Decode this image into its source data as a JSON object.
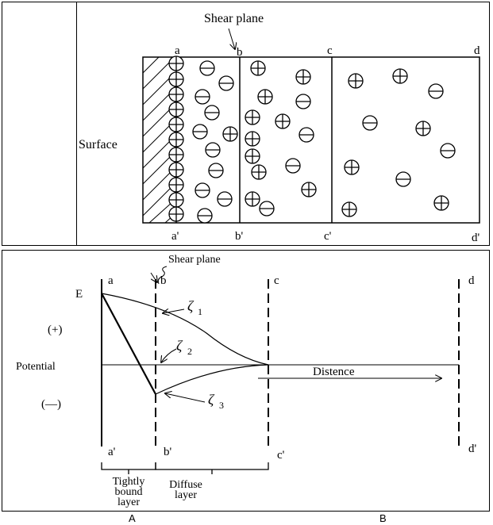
{
  "top": {
    "shear_plane": "Shear plane",
    "surface": "Surface",
    "labels_top": [
      "a",
      "b",
      "c",
      "d"
    ],
    "labels_bottom": [
      "a'",
      "b'",
      "c'",
      "d'"
    ]
  },
  "bottom": {
    "shear_plane": "Shear plane",
    "labels_top": [
      "a",
      "b",
      "c",
      "d"
    ],
    "labels_bottom": [
      "a'",
      "b'",
      "c'",
      "d'"
    ],
    "E": "E",
    "plus": "(+)",
    "minus": "(—)",
    "potential": "Potential",
    "distance": "Distence",
    "zeta1": "ζ",
    "zeta1_sub": "1",
    "zeta2": "ζ",
    "zeta2_sub": "2",
    "zeta3": "ζ",
    "zeta3_sub": "3",
    "tightly": [
      "Tightly",
      "bound",
      "layer"
    ],
    "diffuse": [
      "Diffuse",
      "layer"
    ]
  },
  "captions": {
    "A": "A",
    "B": "B"
  }
}
